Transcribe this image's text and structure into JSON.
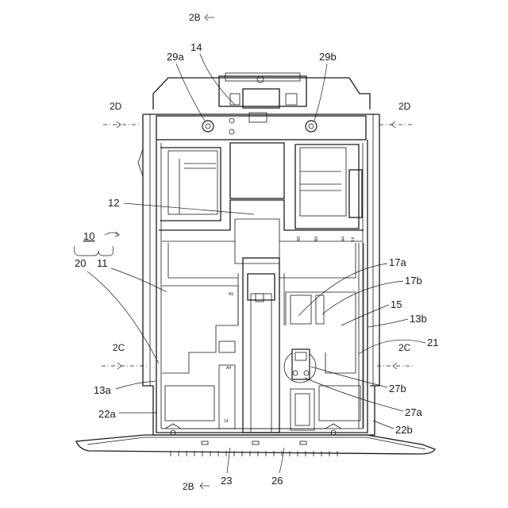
{
  "figure": {
    "section_marks": {
      "top_2b": "2B",
      "bottom_2b": "2B",
      "left_2d": "2D",
      "right_2d": "2D",
      "left_2c": "2C",
      "right_2c": "2C"
    },
    "refs": {
      "r10": "10",
      "r11": "11",
      "r12": "12",
      "r13a": "13a",
      "r13b": "13b",
      "r14": "14",
      "r15": "15",
      "r17a": "17a",
      "r17b": "17b",
      "r20": "20",
      "r21": "21",
      "r22a": "22a",
      "r22b": "22b",
      "r23": "23",
      "r26": "26",
      "r27a": "27a",
      "r27b": "27b",
      "r29a": "29a",
      "r29b": "29b"
    },
    "size_marks": {
      "a5_left": "A5",
      "a4_left": "A4",
      "l14": "14",
      "a5_right": "A5",
      "b5_right": "B5",
      "a4_right": "A4",
      "ltr_right": "Ltr"
    }
  }
}
